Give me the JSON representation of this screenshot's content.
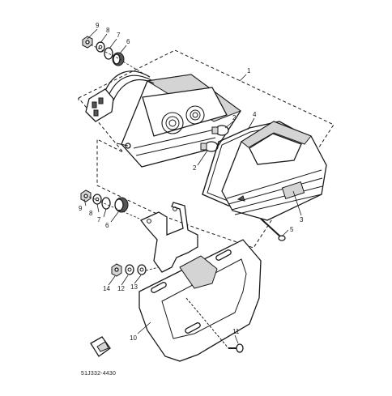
{
  "diagram": {
    "part_code": "51J332-4430",
    "callouts": [
      "1",
      "2",
      "2",
      "3",
      "4",
      "5",
      "6",
      "6",
      "7",
      "7",
      "8",
      "8",
      "9",
      "9",
      "10",
      "11",
      "12",
      "13",
      "14"
    ]
  }
}
